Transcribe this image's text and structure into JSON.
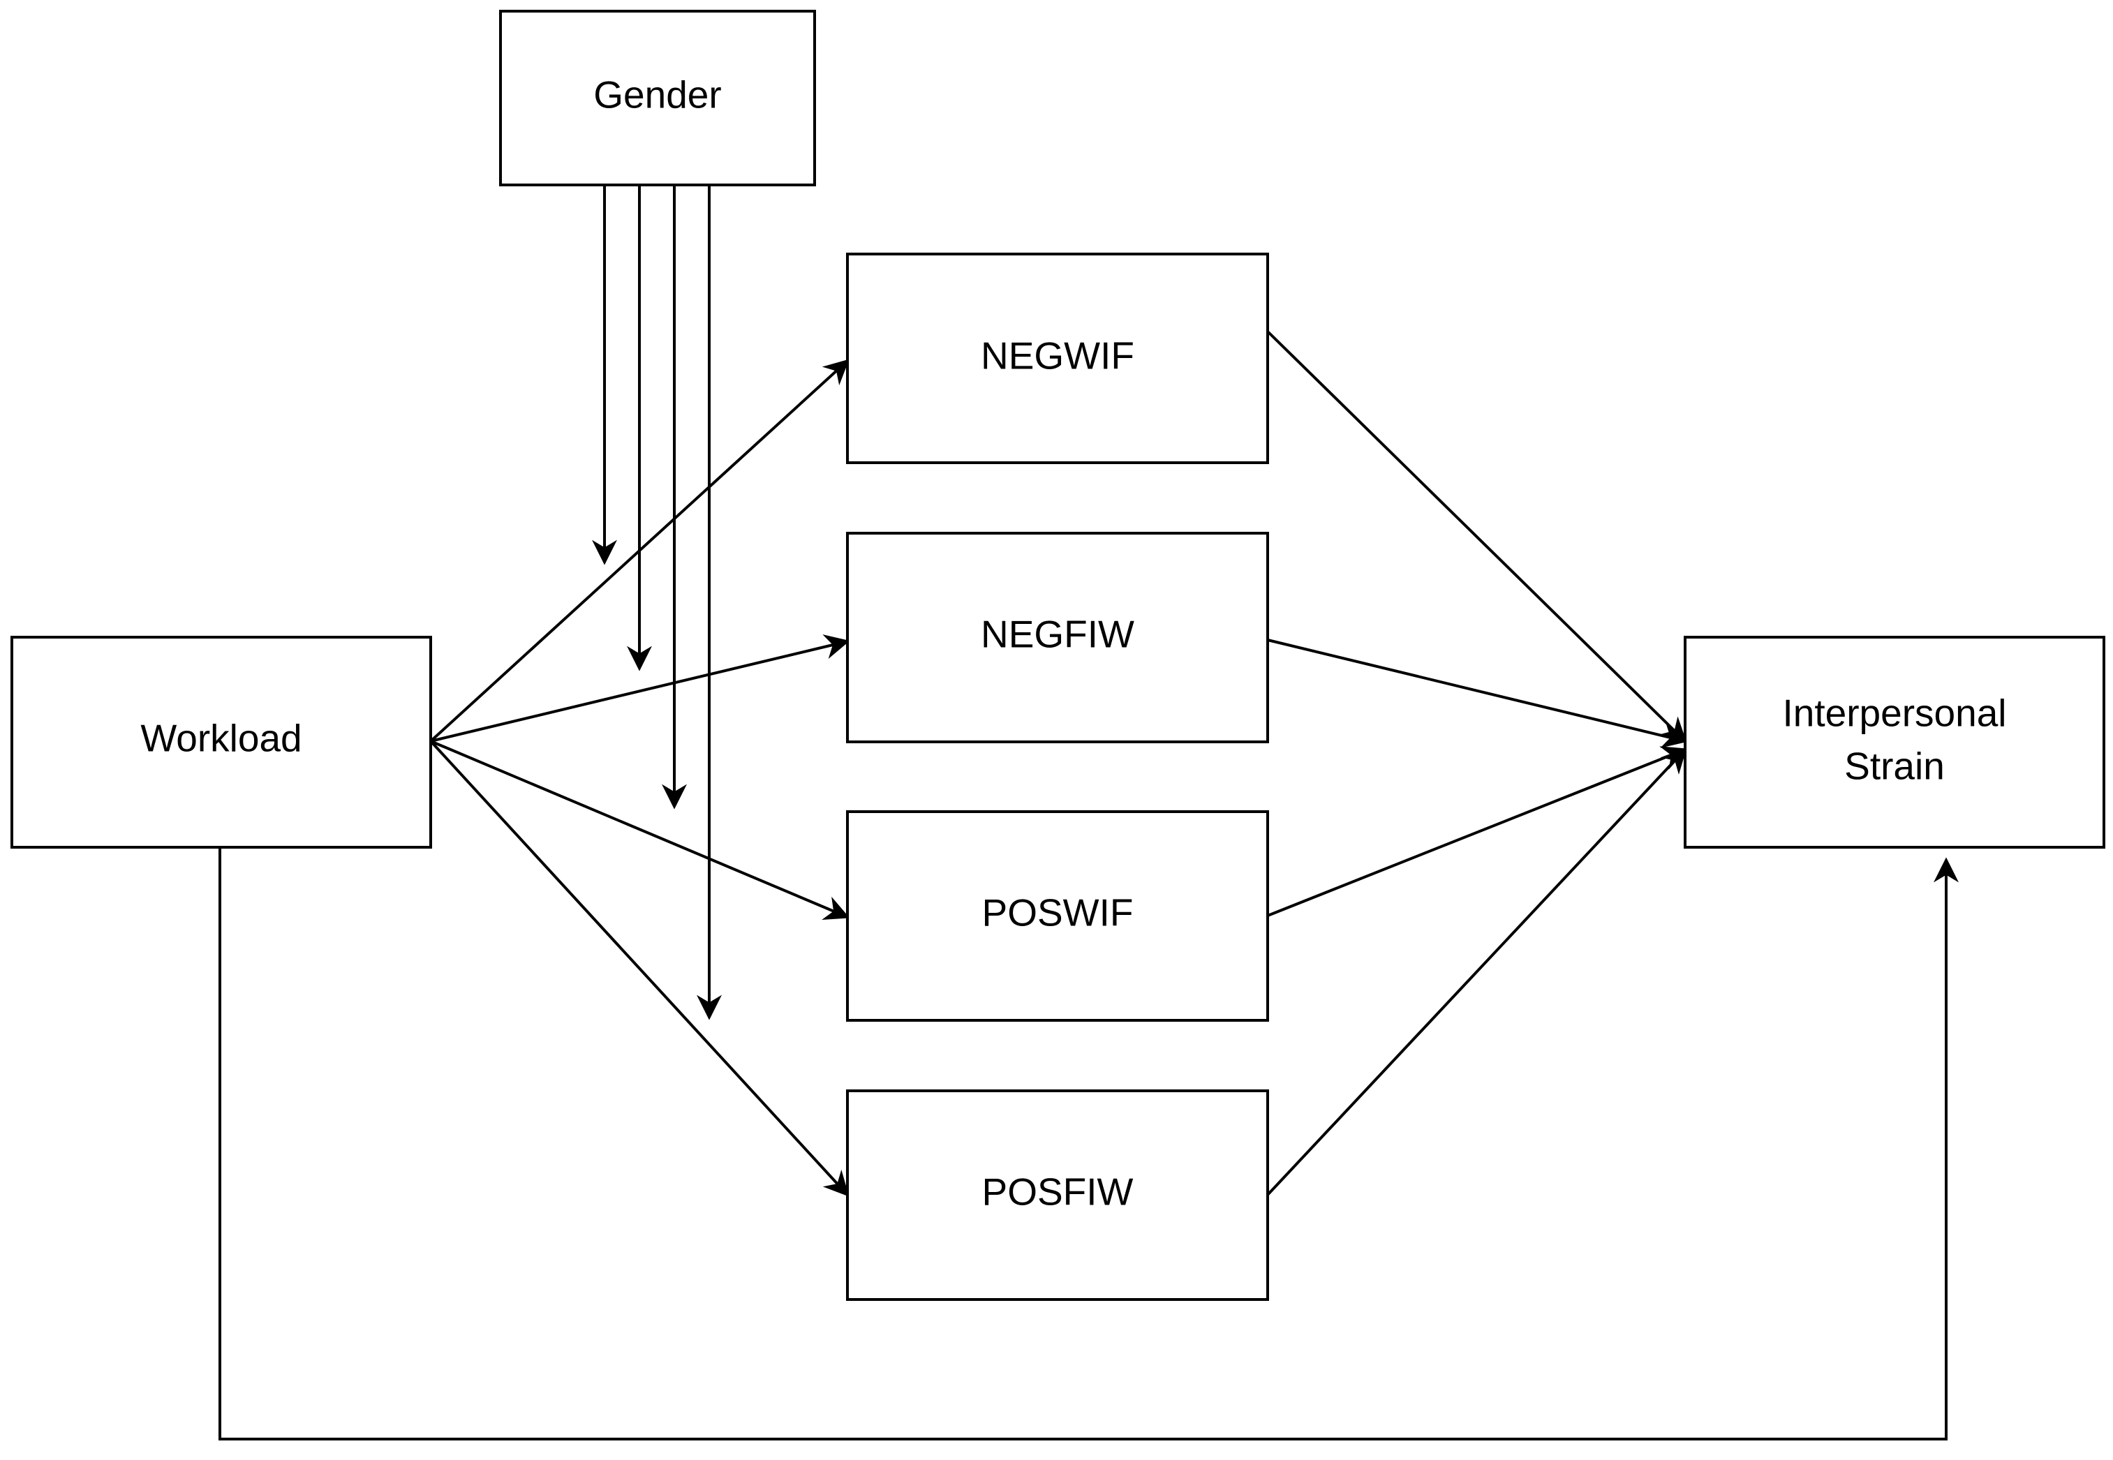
{
  "nodes": {
    "gender": {
      "label": "Gender"
    },
    "workload": {
      "label": "Workload"
    },
    "negwif": {
      "label": "NEGWIF"
    },
    "negfiw": {
      "label": "NEGFIW"
    },
    "poswif": {
      "label": "POSWIF"
    },
    "posfiw": {
      "label": "POSFIW"
    },
    "strain": {
      "label_line1": "Interpersonal",
      "label_line2": "Strain"
    }
  },
  "edges": [
    {
      "from": "workload",
      "to": "negwif"
    },
    {
      "from": "workload",
      "to": "negfiw"
    },
    {
      "from": "workload",
      "to": "poswif"
    },
    {
      "from": "workload",
      "to": "posfiw"
    },
    {
      "from": "negwif",
      "to": "strain"
    },
    {
      "from": "negfiw",
      "to": "strain"
    },
    {
      "from": "poswif",
      "to": "strain"
    },
    {
      "from": "posfiw",
      "to": "strain"
    },
    {
      "from": "workload",
      "to": "strain",
      "style": "elbow"
    },
    {
      "from": "gender",
      "to": "workload-negwif",
      "moderates": true
    },
    {
      "from": "gender",
      "to": "workload-negfiw",
      "moderates": true
    },
    {
      "from": "gender",
      "to": "workload-poswif",
      "moderates": true
    },
    {
      "from": "gender",
      "to": "workload-posfiw",
      "moderates": true
    }
  ],
  "colors": {
    "stroke": "#000000",
    "fill": "#ffffff",
    "text": "#000000"
  }
}
